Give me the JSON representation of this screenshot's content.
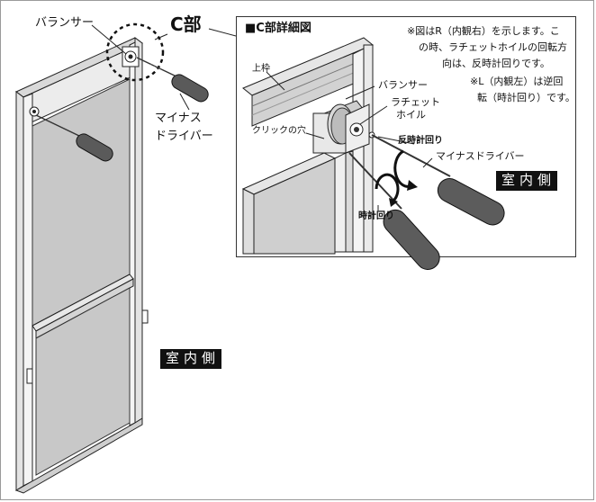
{
  "main_view": {
    "balancer_label": "バランサー",
    "c_part_label": "C部",
    "screwdriver_label_line1": "マイナス",
    "screwdriver_label_line2": "ドライバー",
    "indoor_tag": "室内側"
  },
  "detail": {
    "title": "■C部詳細図",
    "note_line1": "※図はR（内観右）を示します。こ",
    "note_line2": "の時、ラチェットホイルの回転方",
    "note_line3": "向は、反時計回りです。",
    "note2_line1": "※L（内観左）は逆回",
    "note2_line2": "転（時計回り）です。",
    "top_frame_label": "上枠",
    "balancer_label": "バランサー",
    "ratchet_label_line1": "ラチェット",
    "ratchet_label_line2": "ホイル",
    "click_hole_label": "クリックの穴",
    "counterclockwise_label": "反時計回り",
    "clockwise_label": "時計回り",
    "screwdriver_label": "マイナスドライバー",
    "indoor_tag": "室内側"
  }
}
